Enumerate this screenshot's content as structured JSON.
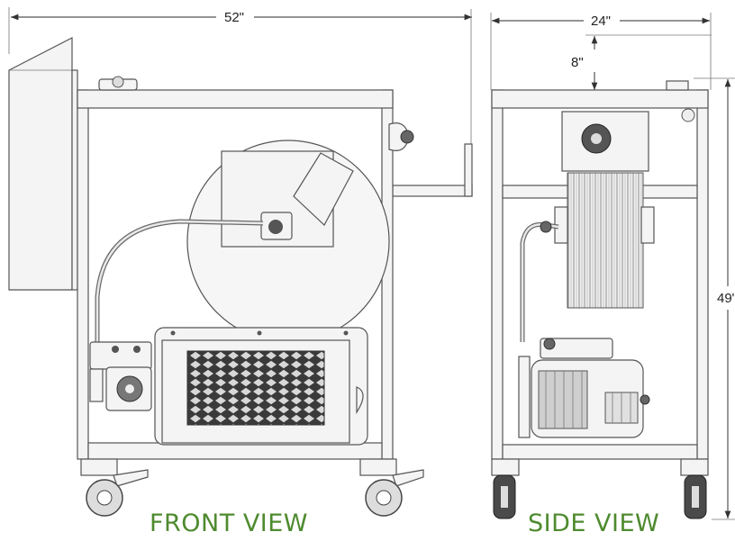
{
  "dimensions": {
    "front_width": "52\"",
    "side_width": "24\"",
    "top_offset": "8\"",
    "height": "49\""
  },
  "captions": {
    "front": "FRONT VIEW",
    "side": "SIDE VIEW"
  },
  "colors": {
    "caption": "#4e8a2e",
    "line": "#555555",
    "dimension": "#222222"
  }
}
